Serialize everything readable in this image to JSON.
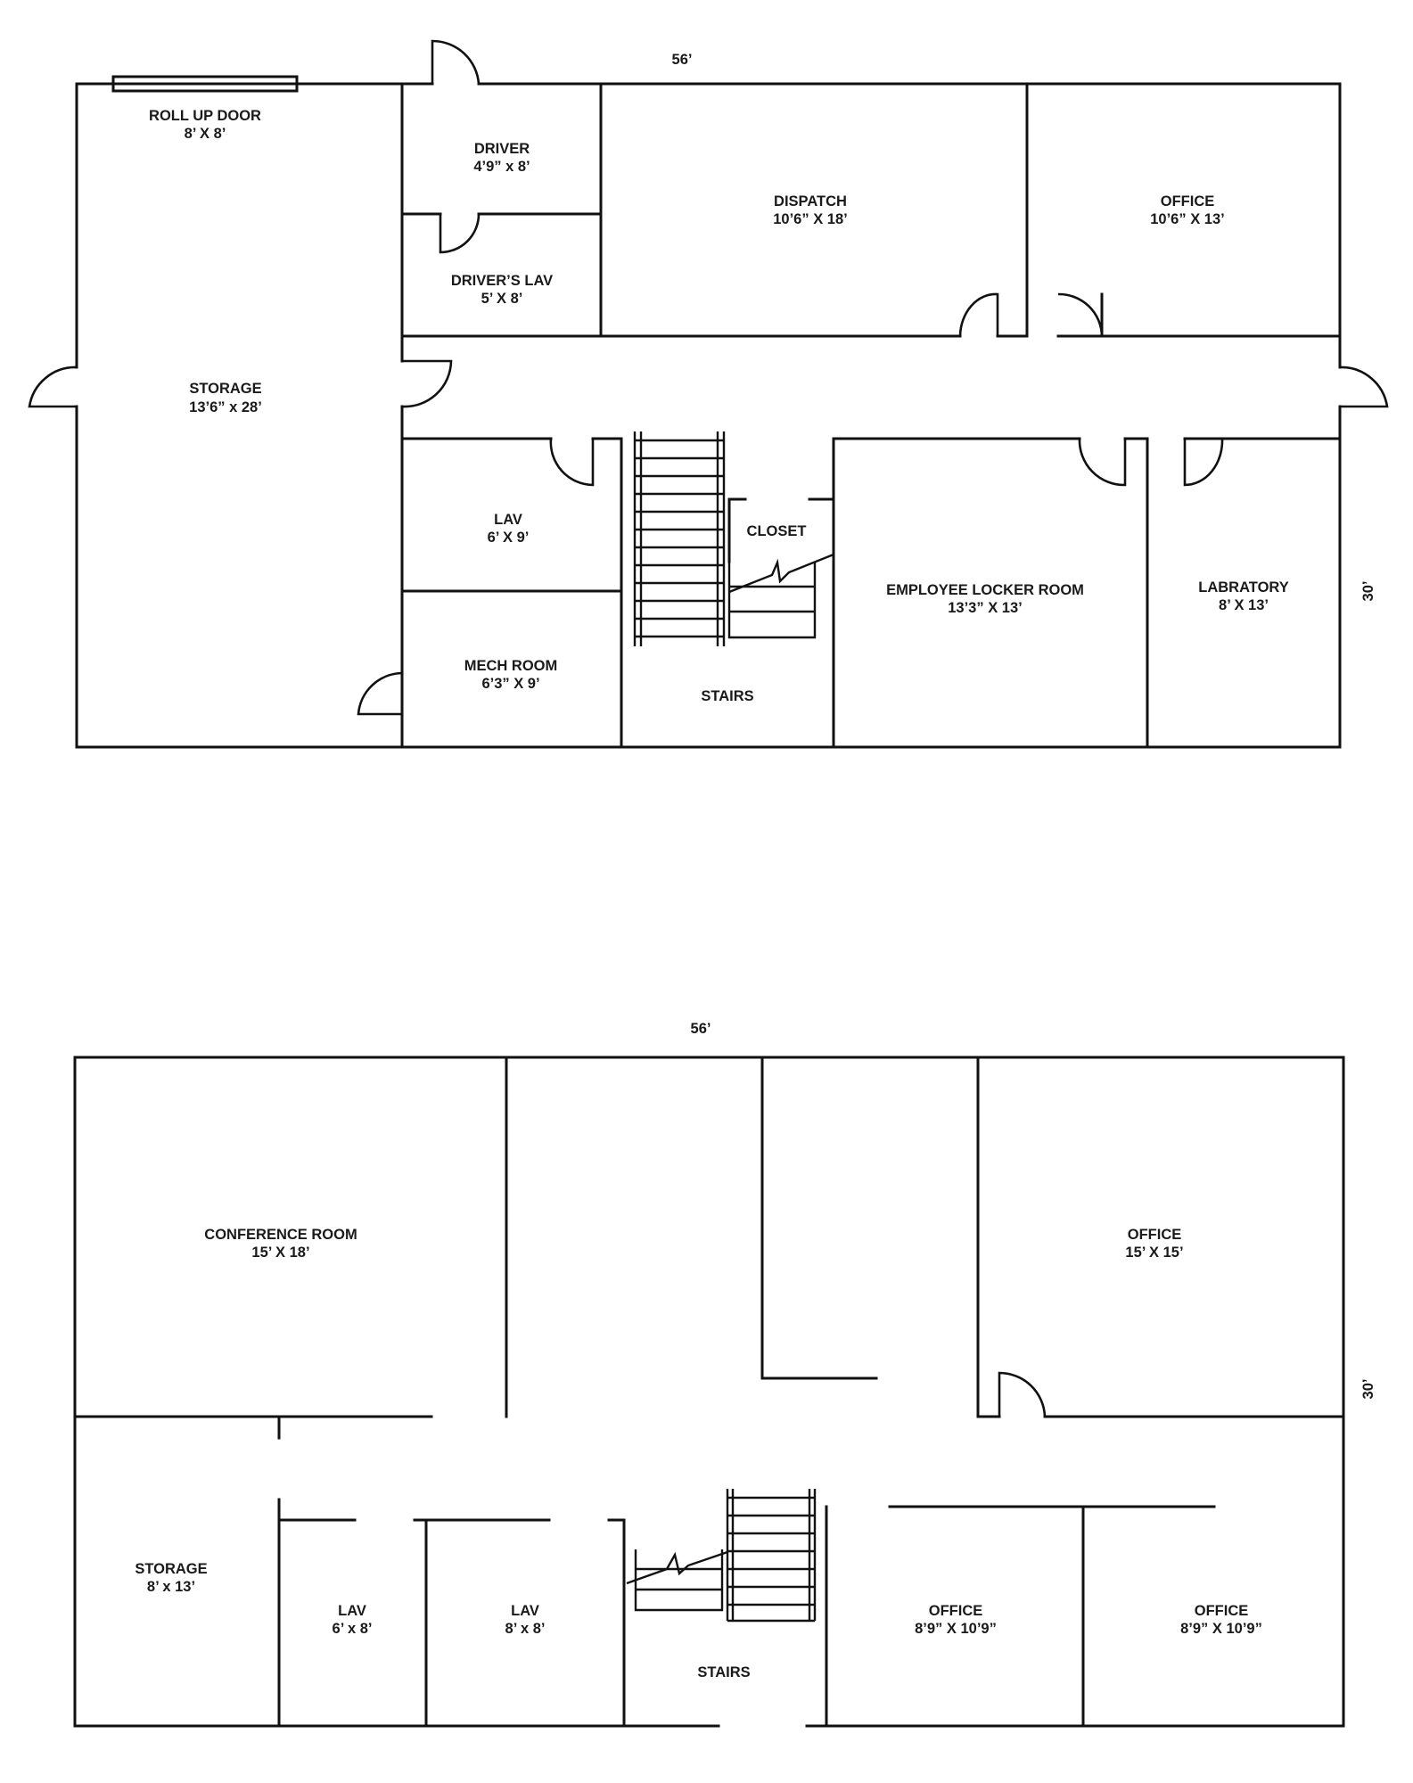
{
  "ground_floor": {
    "width_dim": "56’",
    "height_dim": "30’",
    "rooms": [
      {
        "name": "ROLL UP DOOR",
        "size": "8’ X 8’"
      },
      {
        "name": "STORAGE",
        "size": "13’6” x 28’"
      },
      {
        "name": "DRIVER",
        "size": "4’9” x 8’"
      },
      {
        "name": "DRIVER’S LAV",
        "size": "5’ X 8’"
      },
      {
        "name": "DISPATCH",
        "size": "10’6” X 18’"
      },
      {
        "name": "OFFICE",
        "size": "10’6” X 13’"
      },
      {
        "name": "LAV",
        "size": "6’ X 9’"
      },
      {
        "name": "MECH ROOM",
        "size": "6’3” X 9’"
      },
      {
        "name": "CLOSET",
        "size": ""
      },
      {
        "name": "STAIRS",
        "size": ""
      },
      {
        "name": "EMPLOYEE LOCKER ROOM",
        "size": "13’3” X 13’"
      },
      {
        "name": "LABRATORY",
        "size": "8’ X 13’"
      }
    ]
  },
  "upper_floor": {
    "width_dim": "56’",
    "height_dim": "30’",
    "rooms": [
      {
        "name": "CONFERENCE ROOM",
        "size": "15’ X 18’"
      },
      {
        "name": "OFFICE",
        "size": "15’ X 15’"
      },
      {
        "name": "STORAGE",
        "size": "8’ x 13’"
      },
      {
        "name": "LAV",
        "size": "6’ x 8’"
      },
      {
        "name": "LAV",
        "size": "8’ x 8’"
      },
      {
        "name": "STAIRS",
        "size": ""
      },
      {
        "name": "OFFICE",
        "size": "8’9” X 10’9”"
      },
      {
        "name": "OFFICE",
        "size": "8’9” X 10’9”"
      }
    ]
  }
}
